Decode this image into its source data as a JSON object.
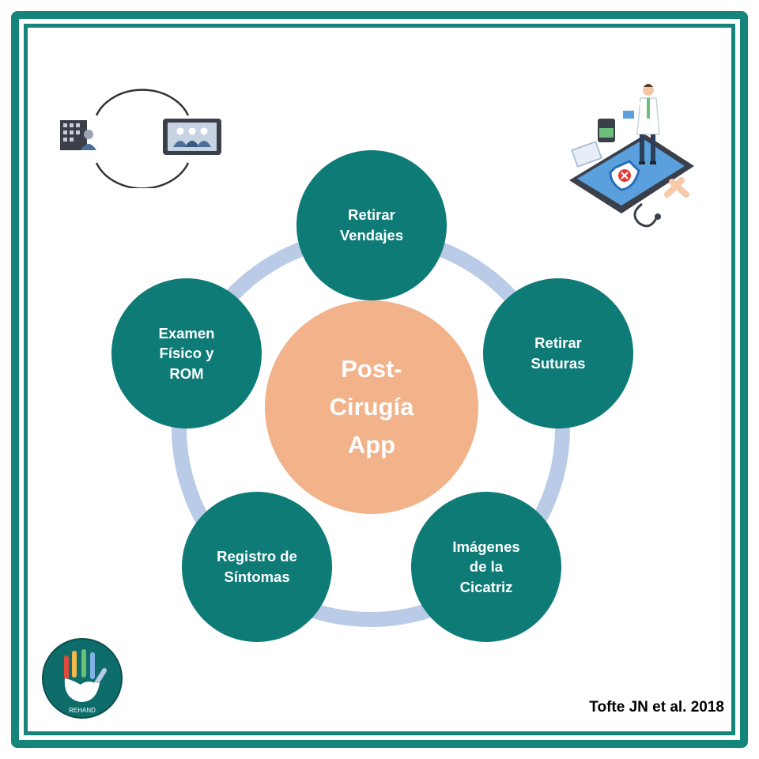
{
  "hub": {
    "label": "Post-\nCirugía\nApp"
  },
  "nodes": [
    {
      "label": "Retirar\nVendajes"
    },
    {
      "label": "Retirar\nSuturas"
    },
    {
      "label": "Imágenes\nde la\nCicatriz"
    },
    {
      "label": "Registro de\nSíntomas"
    },
    {
      "label": "Examen\nFísico y\nROM"
    }
  ],
  "citation": "Tofte JN et al. 2018",
  "logo": {
    "text": "REHAND"
  },
  "icons": {
    "top_left": "hospital-to-telehealth-icon",
    "top_right": "doctor-on-phone-icon",
    "bottom_left": "rehand-hand-logo"
  },
  "colors": {
    "frame": "#15847a",
    "node": "#0e7b77",
    "hub": "#f2b28a",
    "ring": "#b9cbe7"
  }
}
